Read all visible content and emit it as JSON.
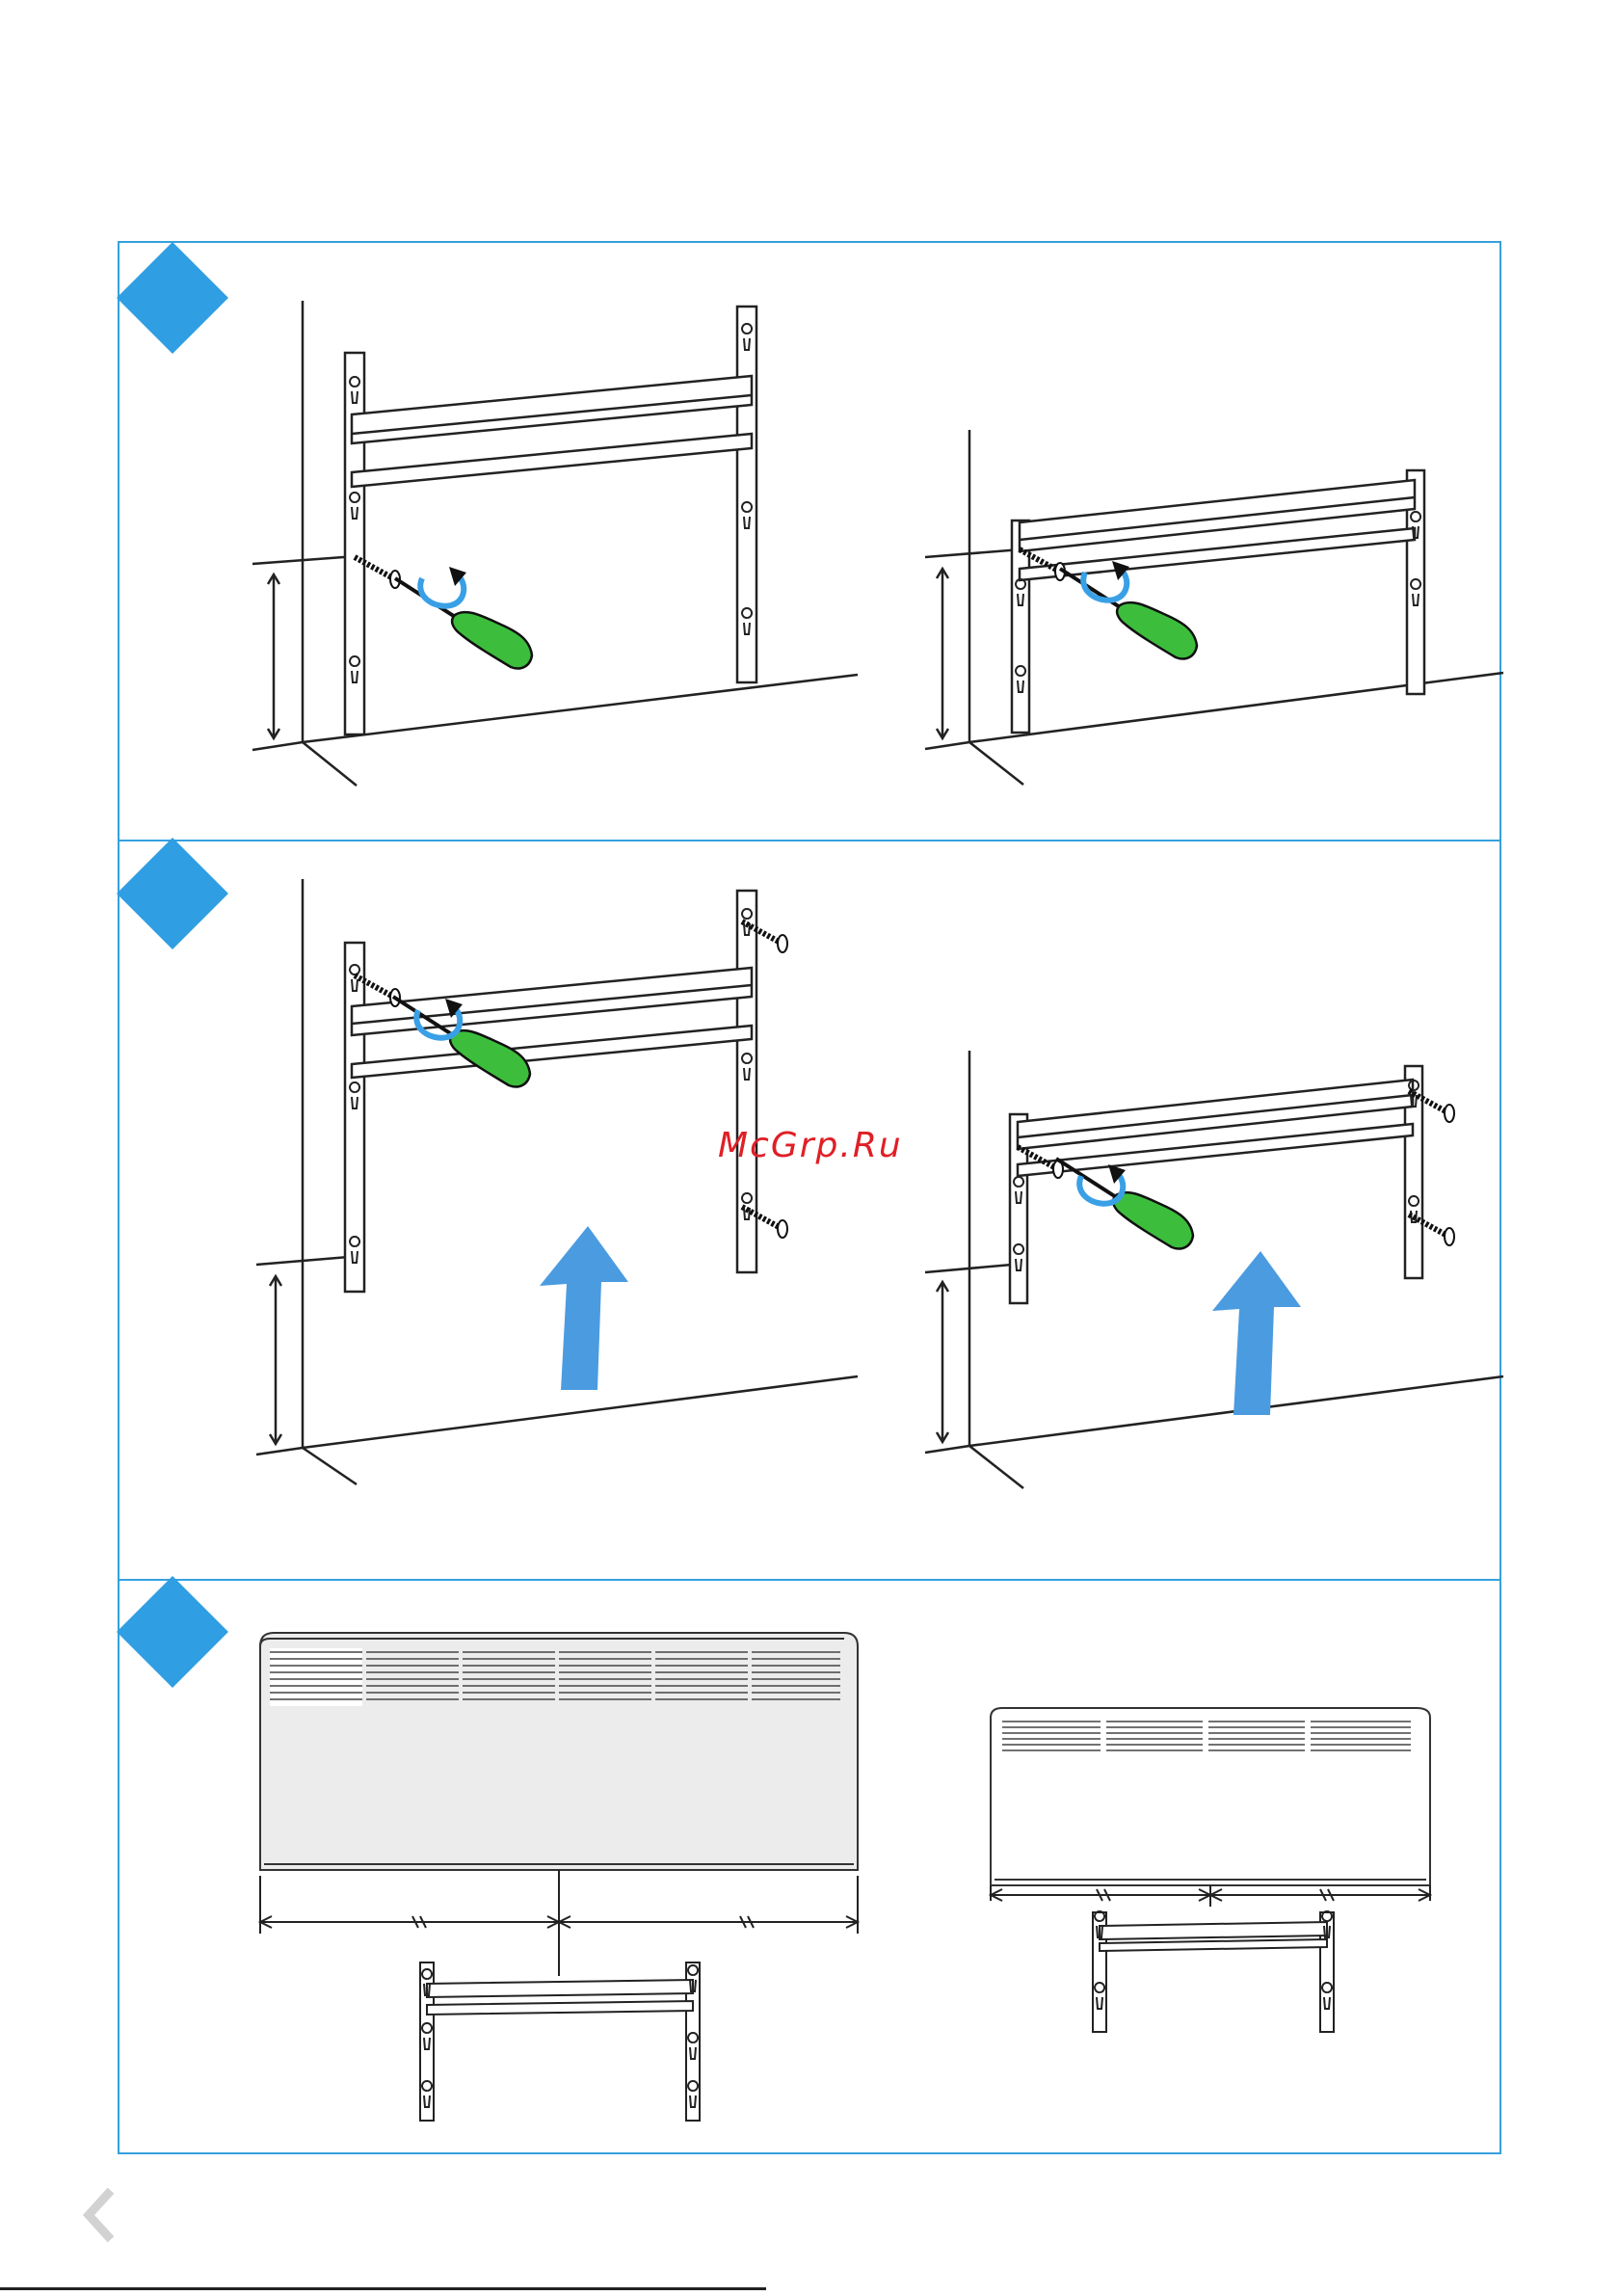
{
  "page": {
    "watermark": "McGrp.Ru"
  },
  "steps": [
    {
      "name": "step-1",
      "label": ""
    },
    {
      "name": "step-2",
      "label": ""
    },
    {
      "name": "step-3",
      "label": ""
    }
  ],
  "icons": {
    "back": "chevron-left-icon",
    "rotate": "rotate-clockwise-icon",
    "arrow": "arrow-up-icon",
    "screwdriver": "screwdriver-icon"
  },
  "colors": {
    "accent": "#2f9ee2",
    "border": "#35a0df",
    "screwdriver": "#3cbe3c",
    "arrow": "#4b9be0",
    "watermark": "#e01f26"
  }
}
